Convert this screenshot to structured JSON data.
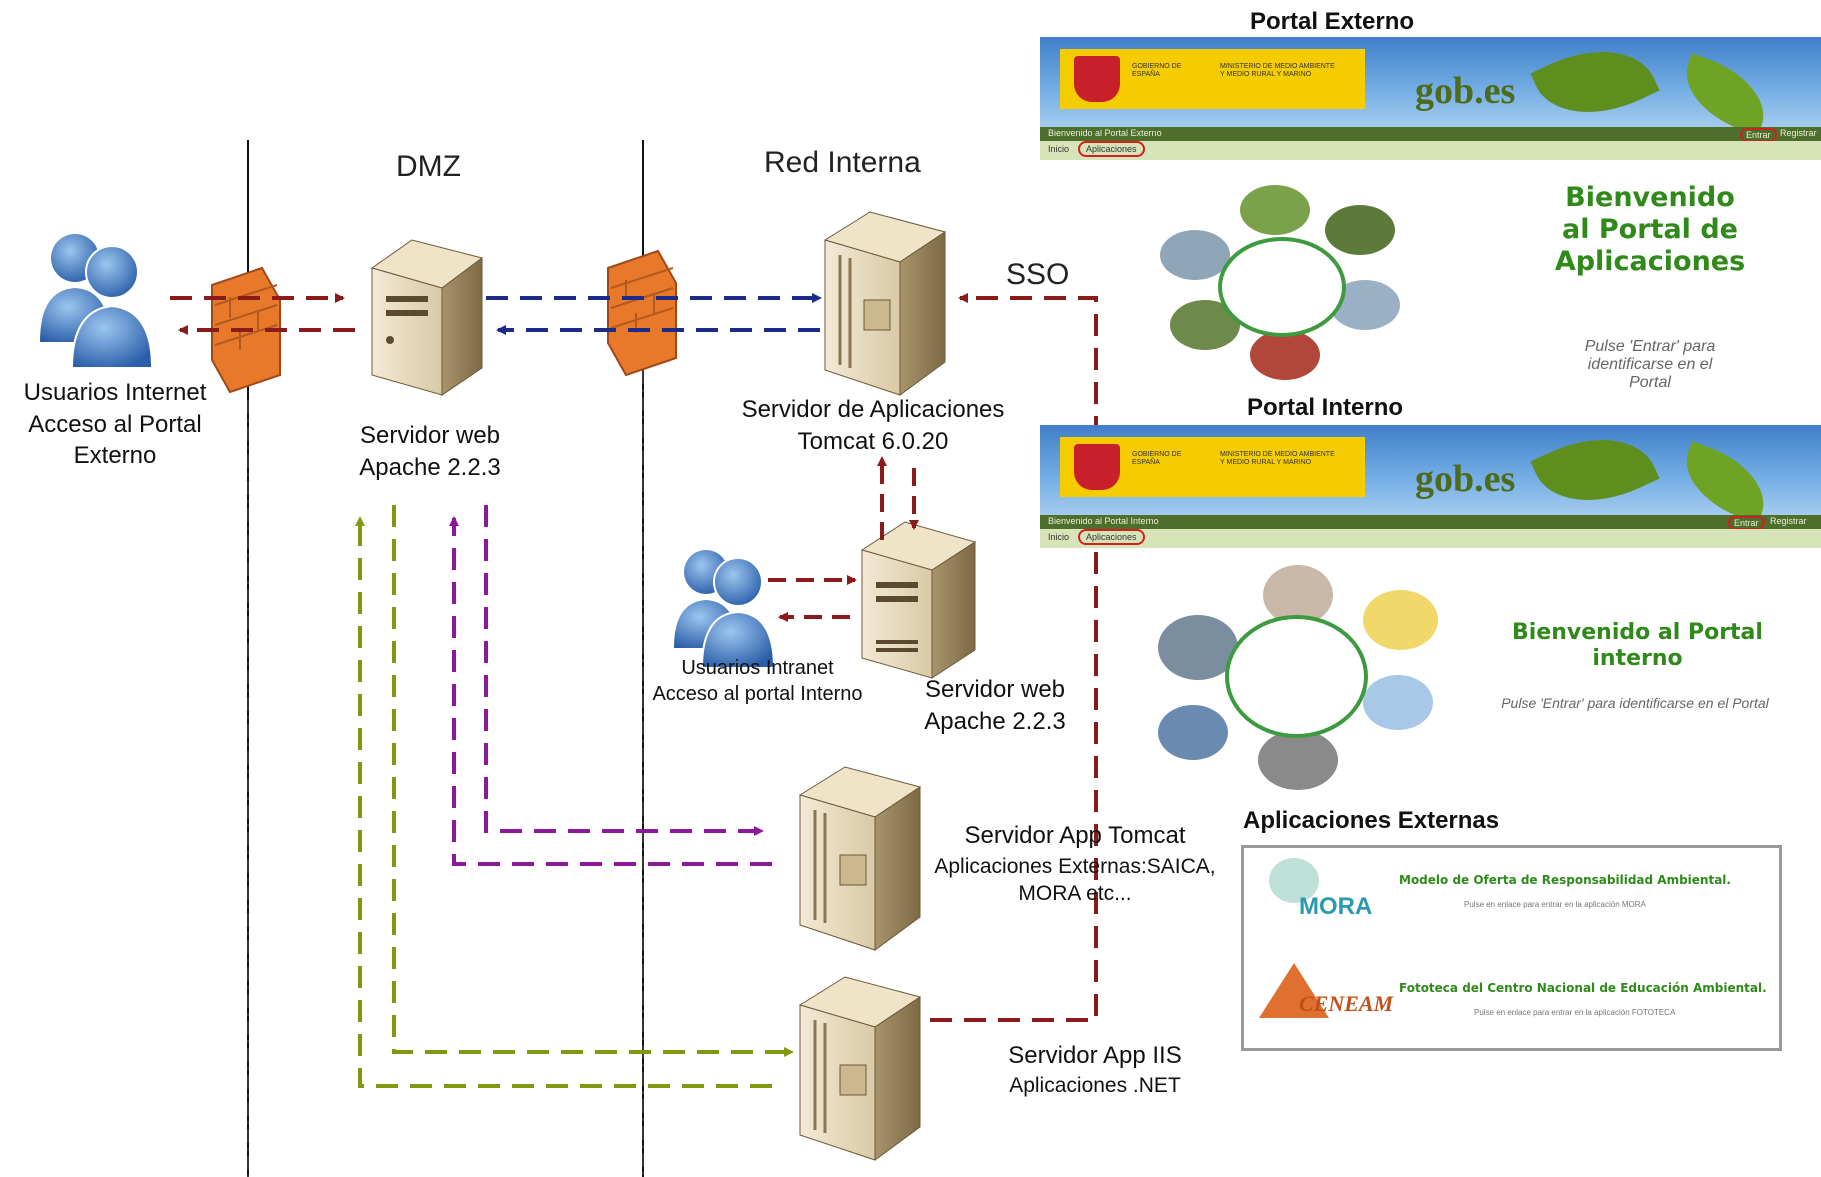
{
  "zones": {
    "dmz": "DMZ",
    "red_interna": "Red Interna",
    "sso": "SSO"
  },
  "nodes": {
    "usuarios_internet": "Usuarios Internet\nAcceso al Portal\nExterno",
    "servidor_web_dmz": "Servidor web\nApache 2.2.3",
    "servidor_aplicaciones": "Servidor de Aplicaciones\nTomcat 6.0.20",
    "usuarios_intranet": "Usuarios Intranet\nAcceso al portal Interno",
    "servidor_web_interno": "Servidor web\nApache 2.2.3",
    "servidor_app_tomcat": "Servidor App Tomcat",
    "servidor_app_tomcat_sub": "Aplicaciones Externas:SAICA,\nMORA etc...",
    "servidor_app_iis": "Servidor App IIS",
    "servidor_app_iis_sub": "Aplicaciones .NET"
  },
  "portal_externo": {
    "title": "Portal Externo",
    "gov_text": "GOBIERNO DE ESPAÑA",
    "ministry_text": "MINISTERIO DE MEDIO AMBIENTE Y MEDIO RURAL Y MARINO",
    "brand": "gob.es",
    "nav_left": "Bienvenido al Portal Externo",
    "nav_enter": "Entrar",
    "nav_register": "Registrar",
    "crumb_home": "Inicio",
    "crumb_apps": "Aplicaciones",
    "welcome": "Bienvenido\nal Portal de\nAplicaciones",
    "hint": "Pulse 'Entrar' para\nidentificarse en el\nPortal"
  },
  "portal_interno": {
    "title": "Portal Interno",
    "gov_text": "GOBIERNO DE ESPAÑA",
    "ministry_text": "MINISTERIO DE MEDIO AMBIENTE Y MEDIO RURAL Y MARINO",
    "brand": "gob.es",
    "nav_left": "Bienvenido al Portal Interno",
    "nav_enter": "Entrar",
    "nav_register": "Registrar",
    "crumb_home": "Inicio",
    "crumb_apps": "Aplicaciones",
    "welcome": "Bienvenido al Portal\ninterno",
    "hint": "Pulse 'Entrar' para identificarse en el Portal"
  },
  "aplicaciones_externas": {
    "title": "Aplicaciones Externas",
    "apps": [
      {
        "logo": "MORA",
        "name": "Modelo de Oferta de Responsabilidad Ambiental.",
        "hint": "Pulse en enlace para entrar en la aplicación MORA"
      },
      {
        "logo": "CENEAM",
        "name": "Fototeca del Centro Nacional de Educación Ambiental.",
        "hint": "Pulse en enlace para entrar en la aplicación FOTOTECA"
      }
    ]
  },
  "colors": {
    "dark_red": "#8b1a1a",
    "navy": "#1c2a8c",
    "purple": "#8a1a9a",
    "olive": "#7f9a10",
    "firewall": "#e8782a",
    "user_blue": "#3b7cc4",
    "welcome_green": "#2f8a1a"
  }
}
